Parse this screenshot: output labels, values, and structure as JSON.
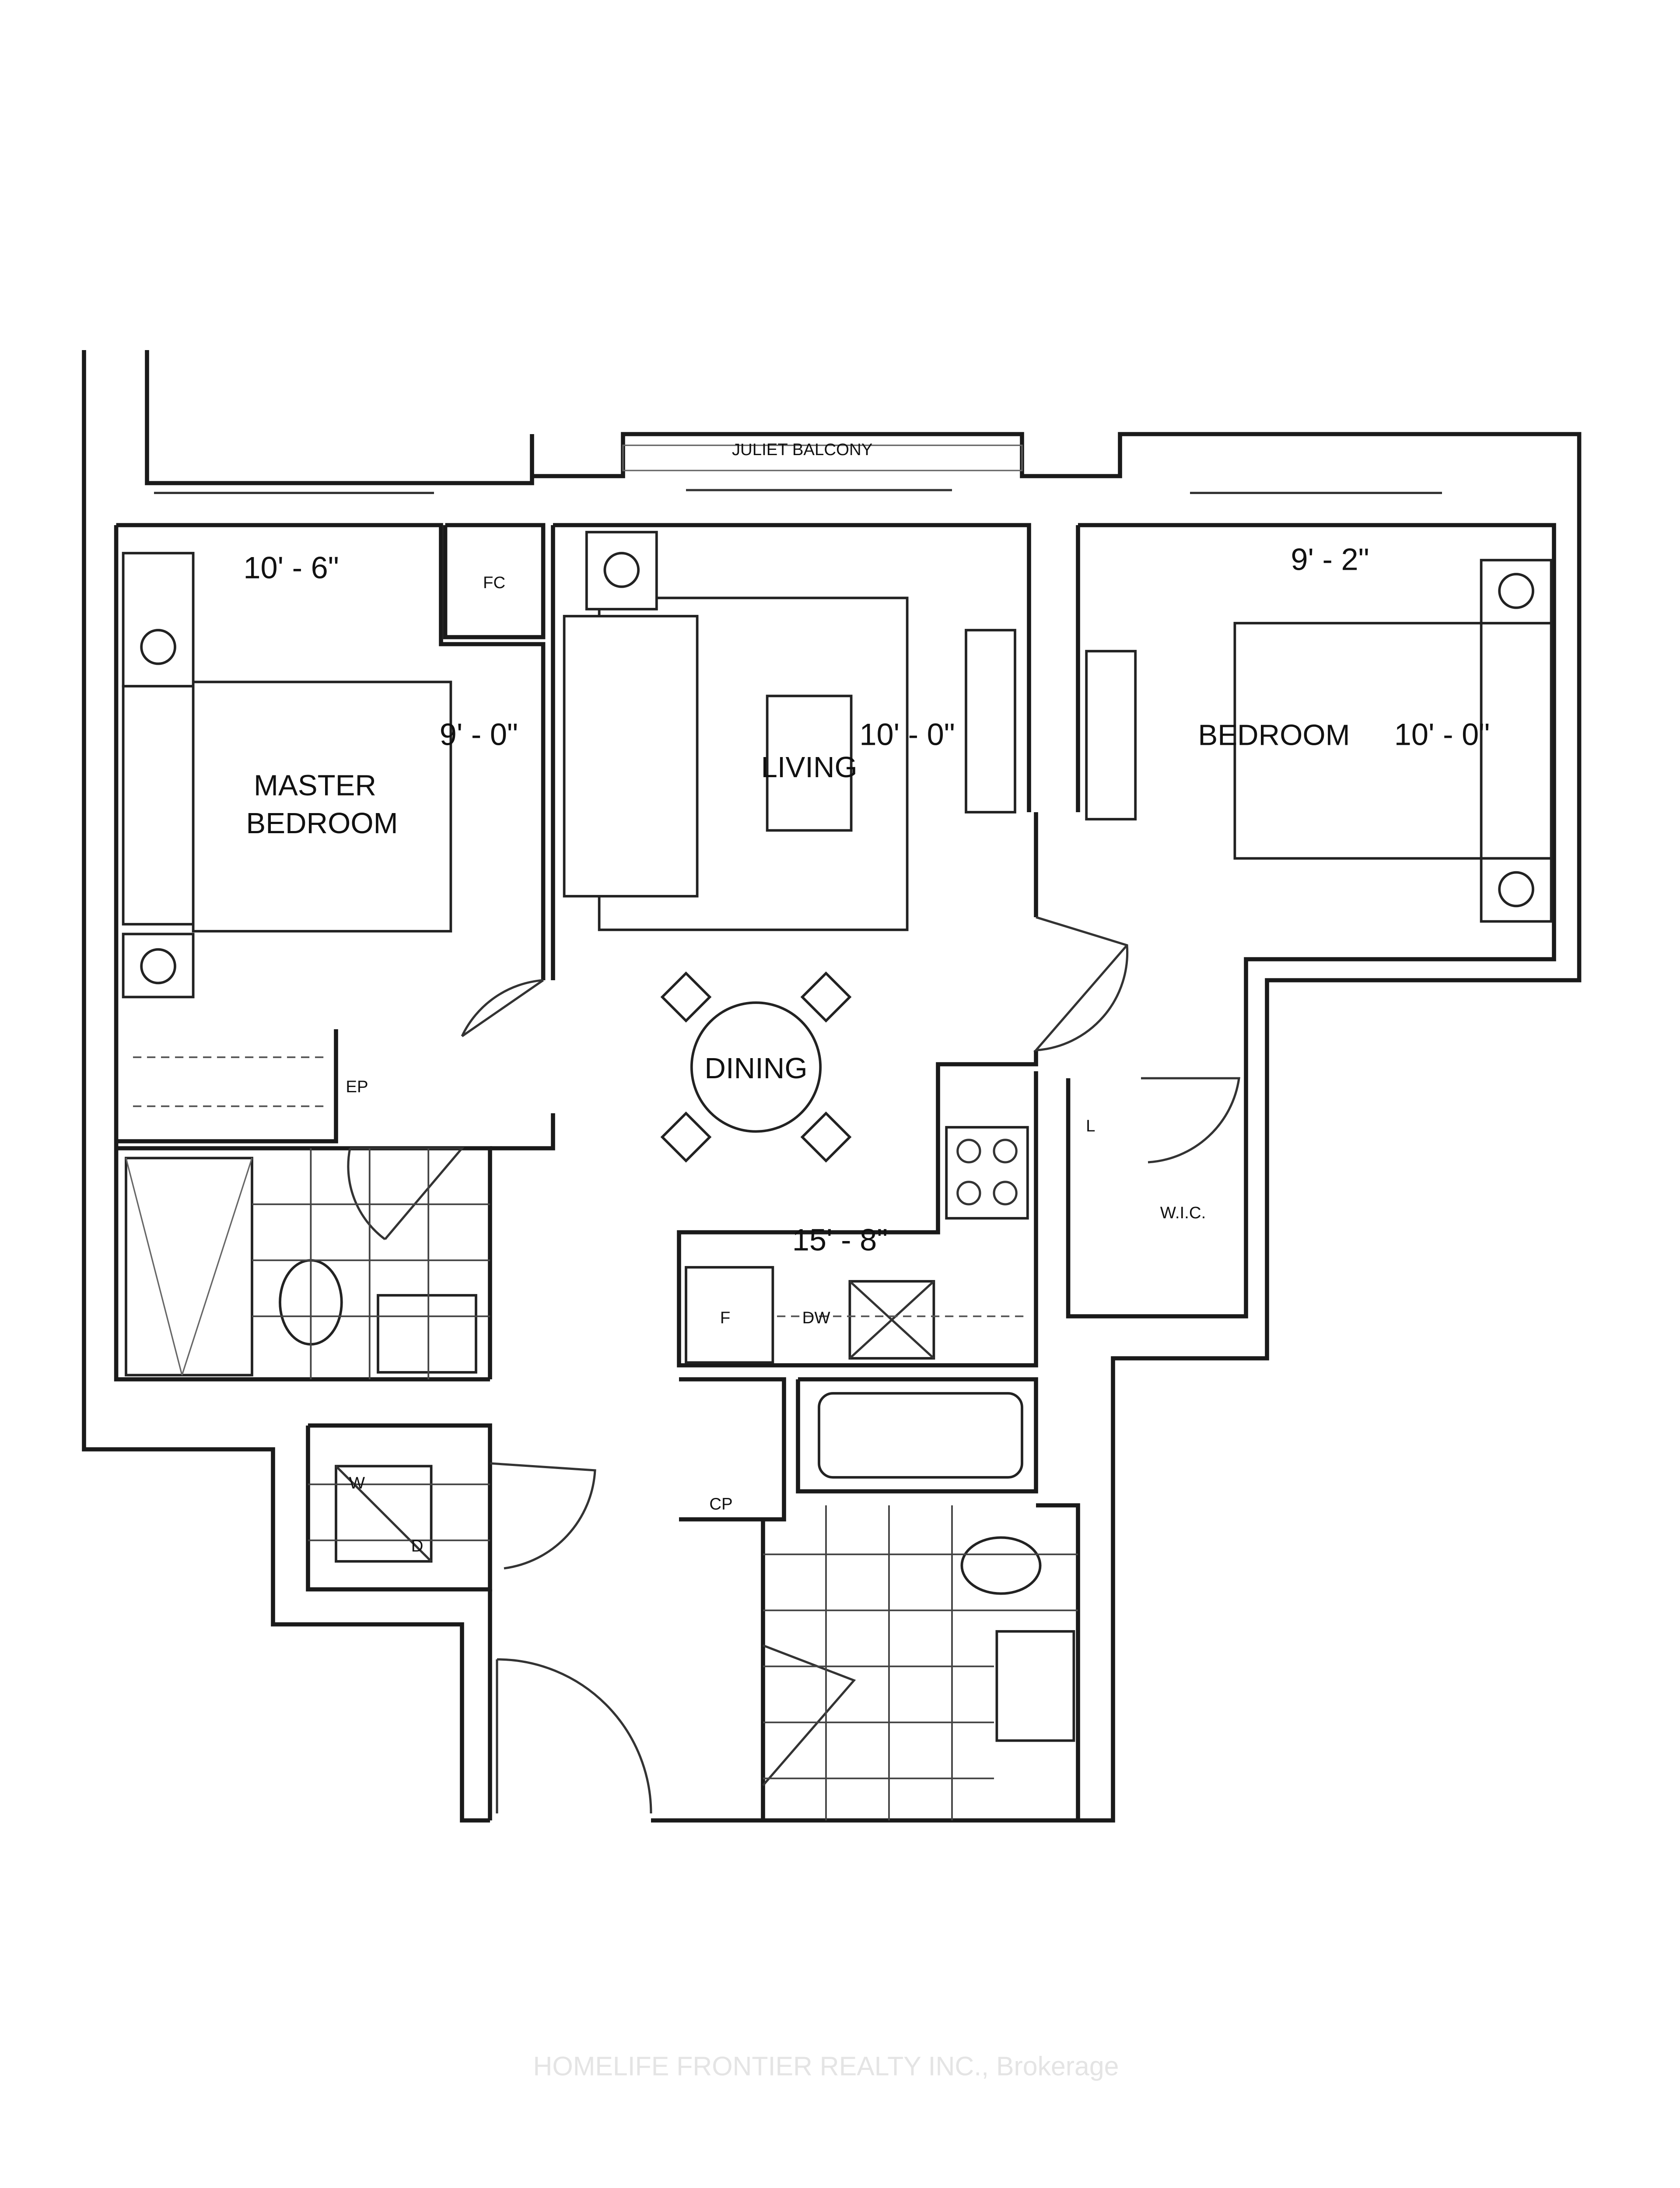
{
  "rooms": {
    "master_bedroom_line1": "MASTER",
    "master_bedroom_line2": "BEDROOM",
    "living": "LIVING",
    "bedroom": "BEDROOM",
    "dining": "DINING",
    "juliet_balcony": "JULIET BALCONY",
    "fc": "FC",
    "ep": "EP",
    "wic": "W.I.C.",
    "linen": "L",
    "fridge": "F",
    "dishwasher": "DW",
    "cp": "CP",
    "washer": "W",
    "dryer": "D"
  },
  "dimensions": {
    "master_width": "10' - 6\"",
    "master_depth": "9' - 0\"",
    "living_depth": "10' - 0\"",
    "bedroom_width": "9' - 2\"",
    "bedroom_depth": "10' - 0\"",
    "living_dining_length": "15' - 8\""
  },
  "watermark": "HOMELIFE FRONTIER REALTY INC., Brokerage"
}
